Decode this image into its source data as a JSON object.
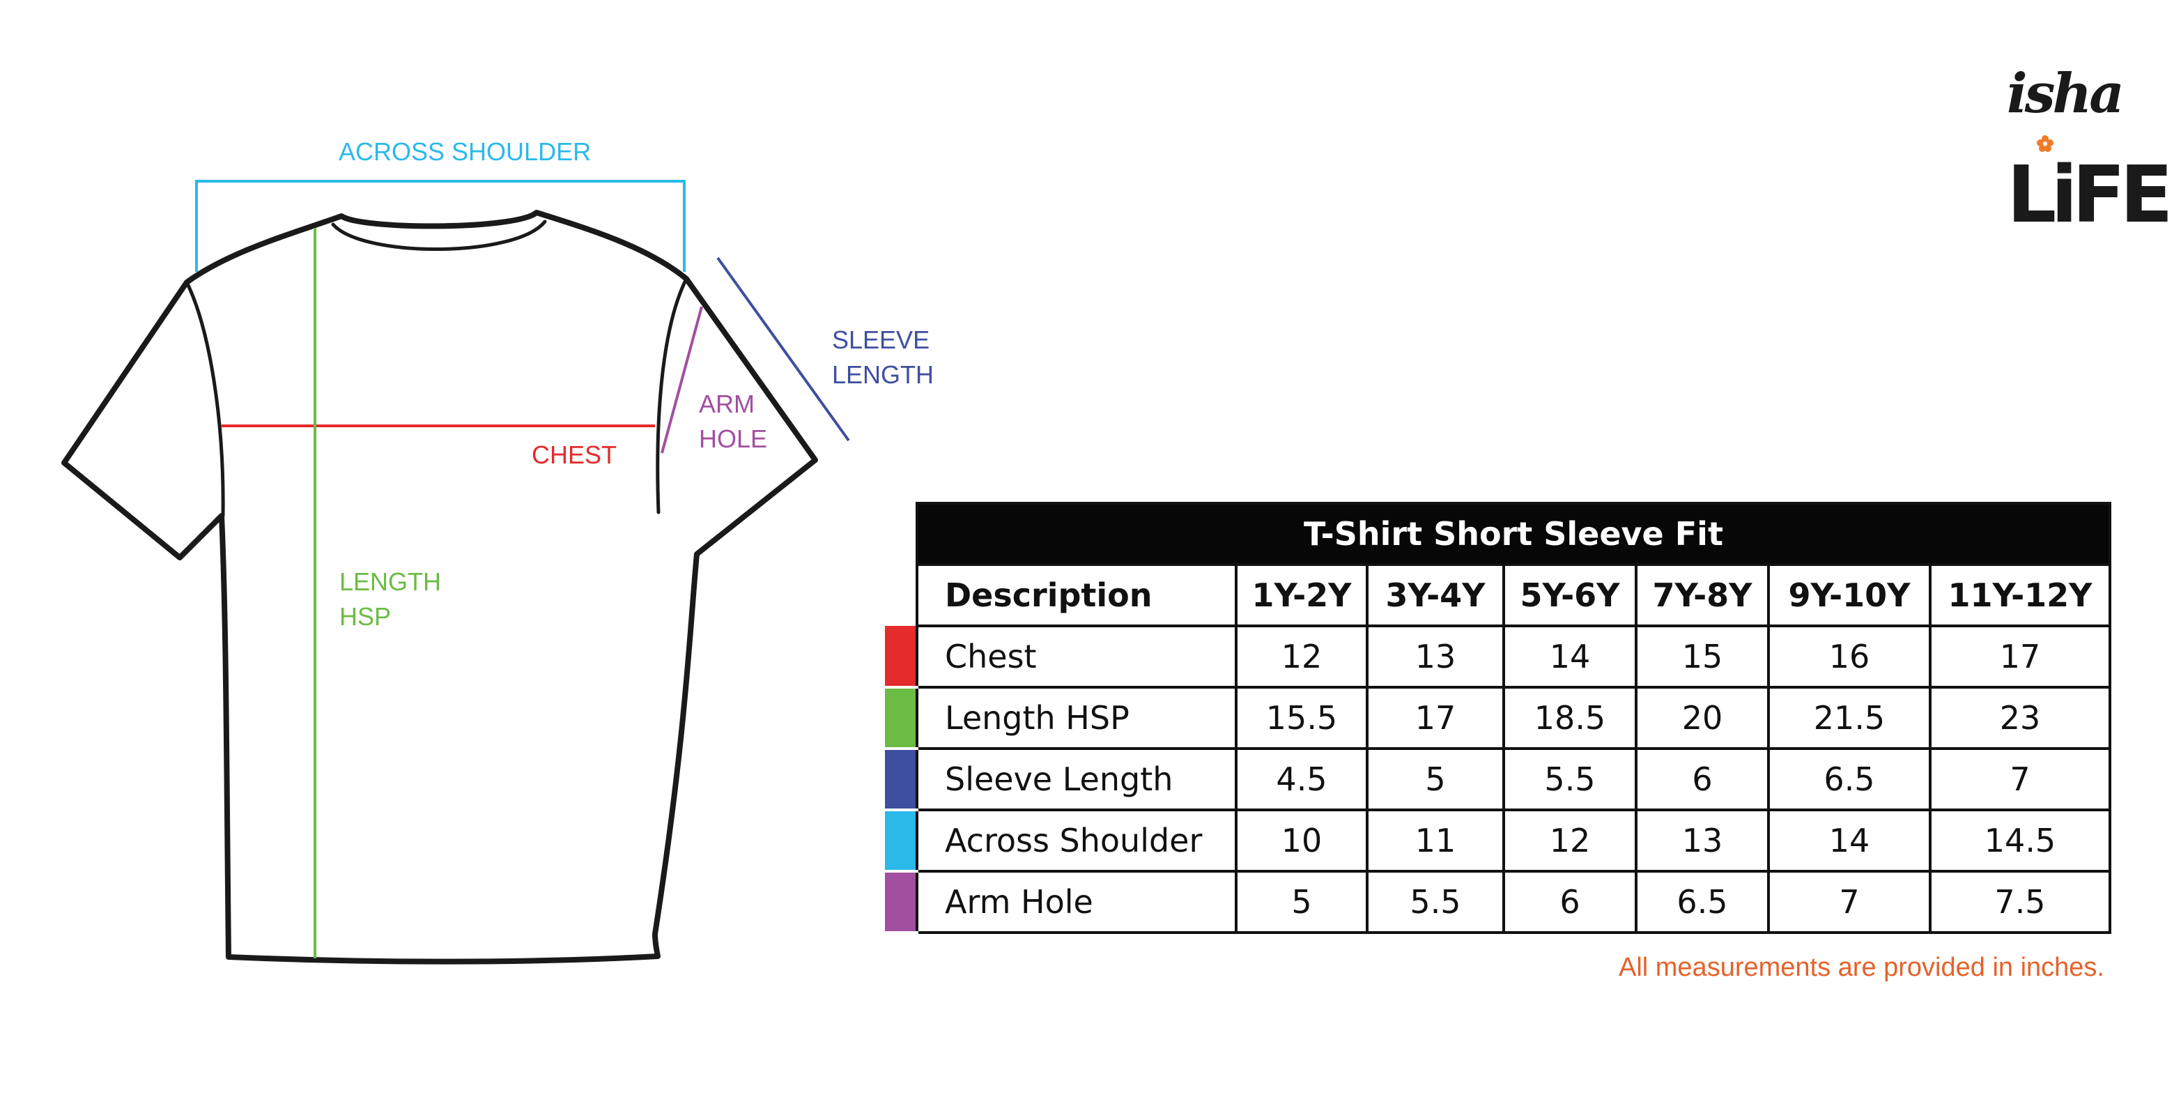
{
  "diagram": {
    "labels": {
      "across_shoulder": "ACROSS SHOULDER",
      "sleeve_length_l1": "SLEEVE",
      "sleeve_length_l2": "LENGTH",
      "arm_hole_l1": "ARM",
      "arm_hole_l2": "HOLE",
      "chest": "CHEST",
      "length_hsp_l1": "LENGTH",
      "length_hsp_l2": "HSP"
    }
  },
  "logo": {
    "text_top": "isha",
    "text_bottom": "LiFE"
  },
  "table": {
    "title": "T-Shirt Short Sleeve Fit",
    "headers": [
      "Description",
      "1Y-2Y",
      "3Y-4Y",
      "5Y-6Y",
      "7Y-8Y",
      "9Y-10Y",
      "11Y-12Y"
    ],
    "rows": [
      {
        "label": "Chest",
        "color": "#e52b2b",
        "values": [
          "12",
          "13",
          "14",
          "15",
          "16",
          "17"
        ]
      },
      {
        "label": "Length HSP",
        "color": "#6cbb45",
        "values": [
          "15.5",
          "17",
          "18.5",
          "20",
          "21.5",
          "23"
        ]
      },
      {
        "label": "Sleeve Length",
        "color": "#3f4f9f",
        "values": [
          "4.5",
          "5",
          "5.5",
          "6",
          "6.5",
          "7"
        ]
      },
      {
        "label": "Across Shoulder",
        "color": "#2bb9ea",
        "values": [
          "10",
          "11",
          "12",
          "13",
          "14",
          "14.5"
        ]
      },
      {
        "label": "Arm Hole",
        "color": "#a24fa0",
        "values": [
          "5",
          "5.5",
          "6",
          "6.5",
          "7",
          "7.5"
        ]
      }
    ]
  },
  "footnote": "All measurements are provided in inches.",
  "colors": {
    "chest": "#e52b2b",
    "length_hsp": "#6cbb45",
    "sleeve_length": "#3f4f9f",
    "across_shoulder": "#2bb9ea",
    "arm_hole": "#a24fa0",
    "footnote": "#e5622a",
    "logo_flower": "#f07a25"
  }
}
